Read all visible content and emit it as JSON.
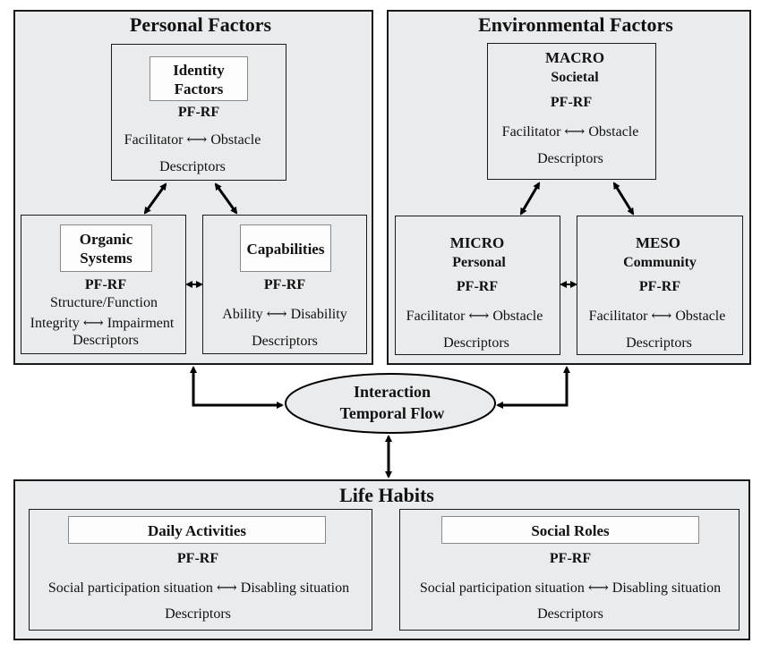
{
  "personal": {
    "title": "Personal Factors",
    "identity": {
      "line1": "Identity",
      "line2": "Factors",
      "code": "PF-RF",
      "scale": "Facilitator ⟷ Obstacle",
      "desc": "Descriptors"
    },
    "organic": {
      "line1": "Organic",
      "line2": "Systems",
      "code": "PF-RF",
      "sub": "Structure/Function",
      "scale": "Integrity ⟷ Impairment",
      "desc": "Descriptors"
    },
    "capabilities": {
      "label": "Capabilities",
      "code": "PF-RF",
      "scale": "Ability ⟷ Disability",
      "desc": "Descriptors"
    }
  },
  "environmental": {
    "title": "Environmental Factors",
    "macro": {
      "line1": "MACRO",
      "line2": "Societal",
      "code": "PF-RF",
      "scale": "Facilitator ⟷ Obstacle",
      "desc": "Descriptors"
    },
    "micro": {
      "line1": "MICRO",
      "line2": "Personal",
      "code": "PF-RF",
      "scale": "Facilitator ⟷ Obstacle",
      "desc": "Descriptors"
    },
    "meso": {
      "line1": "MESO",
      "line2": "Community",
      "code": "PF-RF",
      "scale": "Facilitator ⟷ Obstacle",
      "desc": "Descriptors"
    }
  },
  "interaction": {
    "line1": "Interaction",
    "line2": "Temporal Flow"
  },
  "life": {
    "title": "Life Habits",
    "daily": {
      "label": "Daily Activities",
      "code": "PF-RF",
      "scale": "Social participation situation ⟷ Disabling situation",
      "desc": "Descriptors"
    },
    "social": {
      "label": "Social Roles",
      "code": "PF-RF",
      "scale": "Social participation situation ⟷ Disabling situation",
      "desc": "Descriptors"
    }
  }
}
